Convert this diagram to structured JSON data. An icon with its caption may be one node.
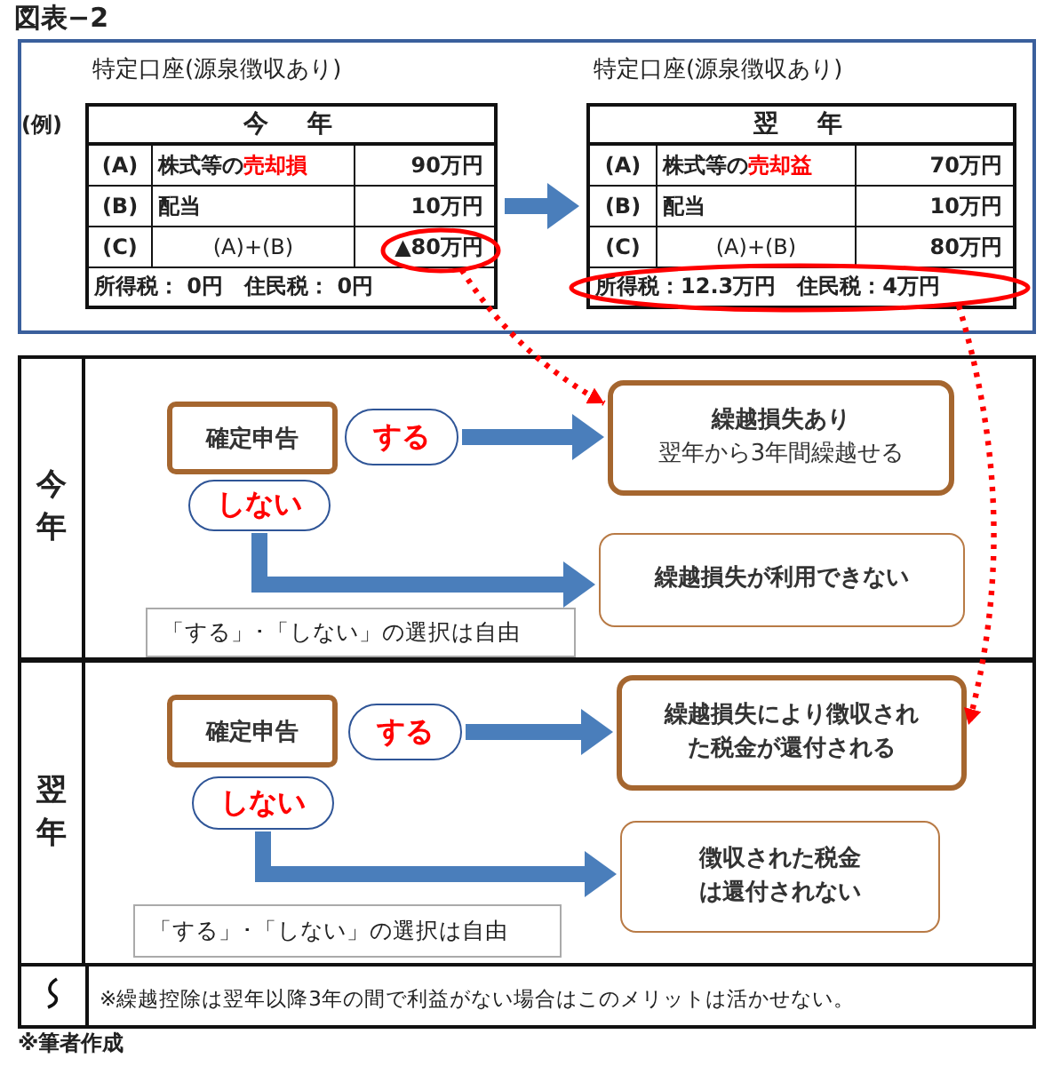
{
  "diagram": {
    "title": "図表−2",
    "caption": "※筆者作成",
    "nodes": [
      {
        "text": [
          "今　年"
        ]
      },
      {
        "text": [
          "翌　年"
        ]
      },
      {
        "text": [],
        "shape": "ellipse",
        "in": 0
      },
      {
        "text": [],
        "shape": "ellipse"
      },
      {
        "text": [
          "今年"
        ]
      },
      {
        "text": [
          "確定申告"
        ],
        "in": 4
      },
      {
        "text": [
          "する"
        ],
        "in": 4
      },
      {
        "text": [
          "繰越損失あり",
          "翌年から3年間繰越せる"
        ],
        "in": 4
      },
      {
        "text": [
          "しない"
        ],
        "in": 4
      },
      {
        "text": [
          "繰越損失が利用できない"
        ],
        "in": 4
      },
      {
        "text": [
          "「する」･「しない」の選択は自由"
        ],
        "in": 4
      },
      {
        "text": [
          "翌年"
        ]
      },
      {
        "text": [
          "確定申告"
        ],
        "in": 11
      },
      {
        "text": [
          "する"
        ],
        "in": 11
      },
      {
        "text": [
          "繰越損失により徴収された税金が還付される"
        ],
        "in": 11
      },
      {
        "text": [
          "しない"
        ],
        "in": 11
      },
      {
        "text": [
          "徴収された税金は還付されない"
        ],
        "in": 11
      },
      {
        "text": [
          "「する」･「しない」の選択は自由"
        ],
        "in": 11
      }
    ],
    "edges": [
      {
        "from": 0,
        "to": 1,
        "arrow": "to"
      },
      {
        "from": 2,
        "to": 7,
        "arrow": "to",
        "style": "dashed",
        "color": "#ff0000"
      },
      {
        "from": 3,
        "to": 14,
        "arrow": "to",
        "style": "dashed",
        "color": "#ff0000"
      },
      {
        "from": 6,
        "to": 7,
        "arrow": "to"
      },
      {
        "from": 8,
        "to": 9,
        "arrow": "to"
      },
      {
        "from": 13,
        "to": 14,
        "arrow": "to"
      },
      {
        "from": 15,
        "to": 16,
        "arrow": "to"
      }
    ],
    "labels": [
      "特定口座(源泉徴収あり)",
      "特定口座(源泉徴収あり)",
      "(例)",
      "(A)",
      "株式等の",
      "売却損",
      "90万円",
      "(B)",
      "配当",
      "10万円",
      "(C)",
      "(A)+(B)",
      "▲80万円",
      "所得税： 0円　住民税： 0円",
      "(A)",
      "株式等の",
      "売却益",
      "70万円",
      "(B)",
      "配当",
      "10万円",
      "(C)",
      "(A)+(B)",
      "80万円",
      "所得税：12.3万円　住民税：4万円",
      "※繰越控除は翌年以降3年の間で利益がない場合はこのメリットは活かせない。"
    ]
  }
}
